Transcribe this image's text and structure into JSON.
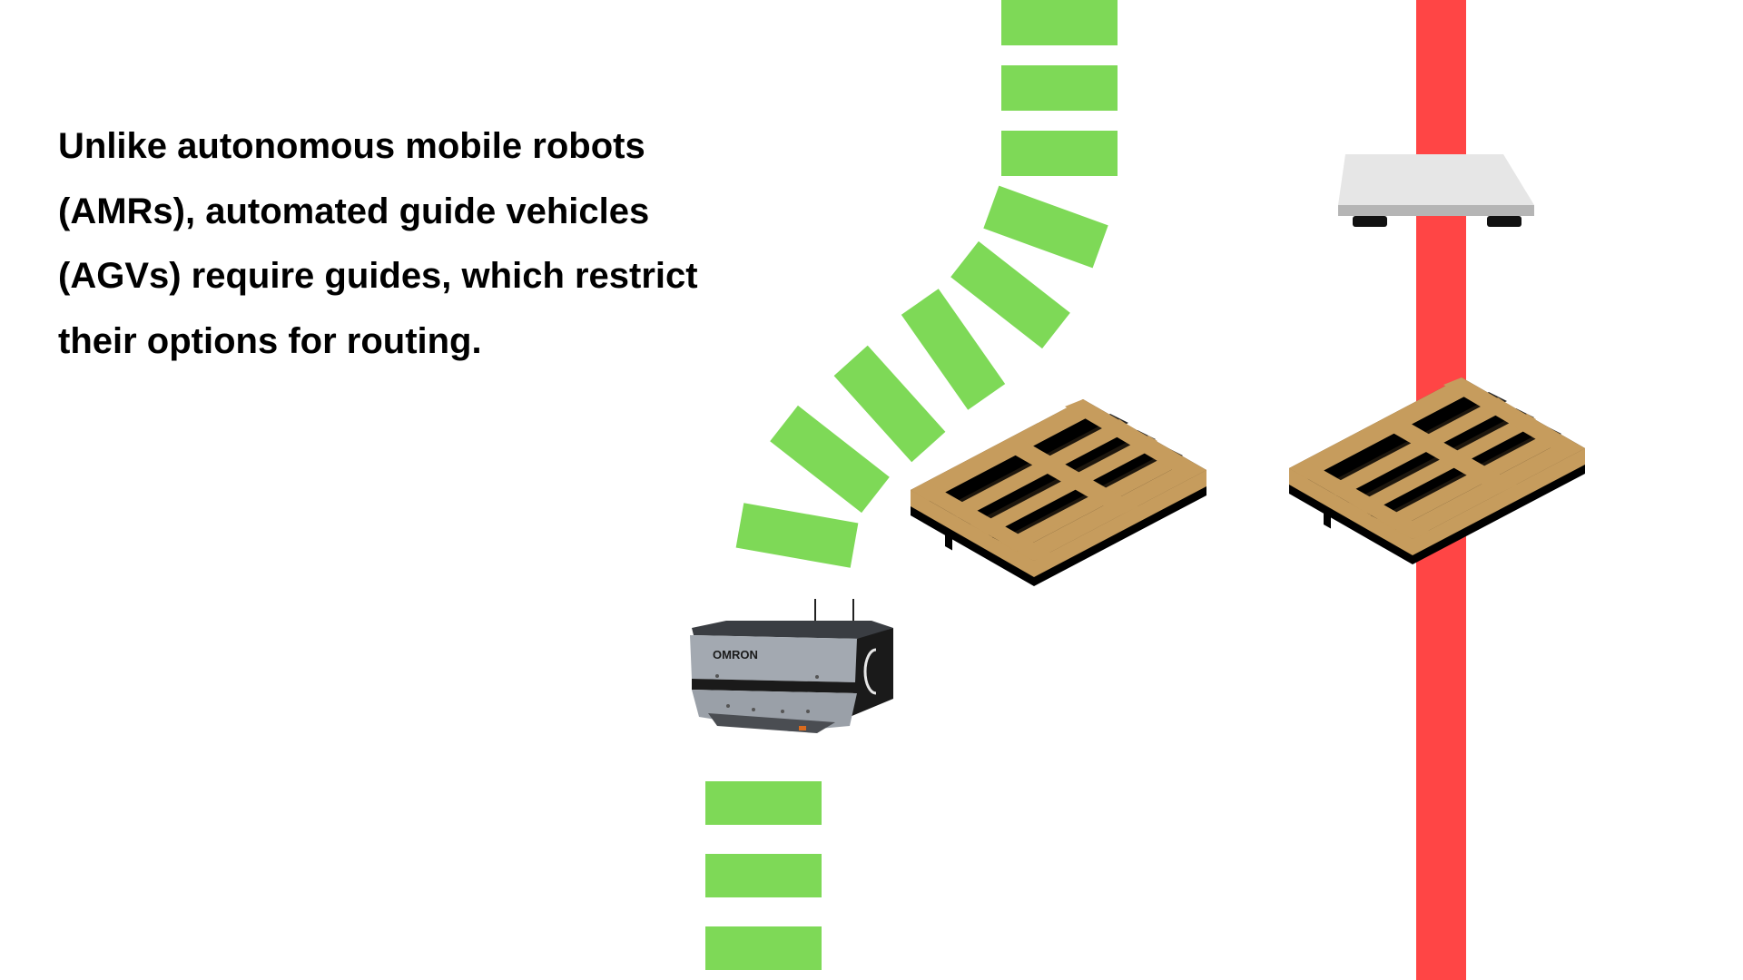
{
  "caption": {
    "lines": [
      "Unlike autonomous mobile robots",
      "(AMRs), automated guide vehicles",
      "(AGVs) require guides, which restrict",
      "their options for routing."
    ]
  },
  "robot": {
    "brand_label": "OMRON"
  },
  "colors": {
    "amr_path": "#7ed957",
    "agv_guide": "#ff4545",
    "pallet_wood": "#c69c5d",
    "pallet_shadow": "#000000",
    "cart_top": "#e6e6e6",
    "robot_body": "#9aa0a8",
    "robot_dark": "#1a1a1a"
  },
  "icons": [
    "amr-robot-icon",
    "pallet-icon",
    "agv-cart-icon"
  ]
}
